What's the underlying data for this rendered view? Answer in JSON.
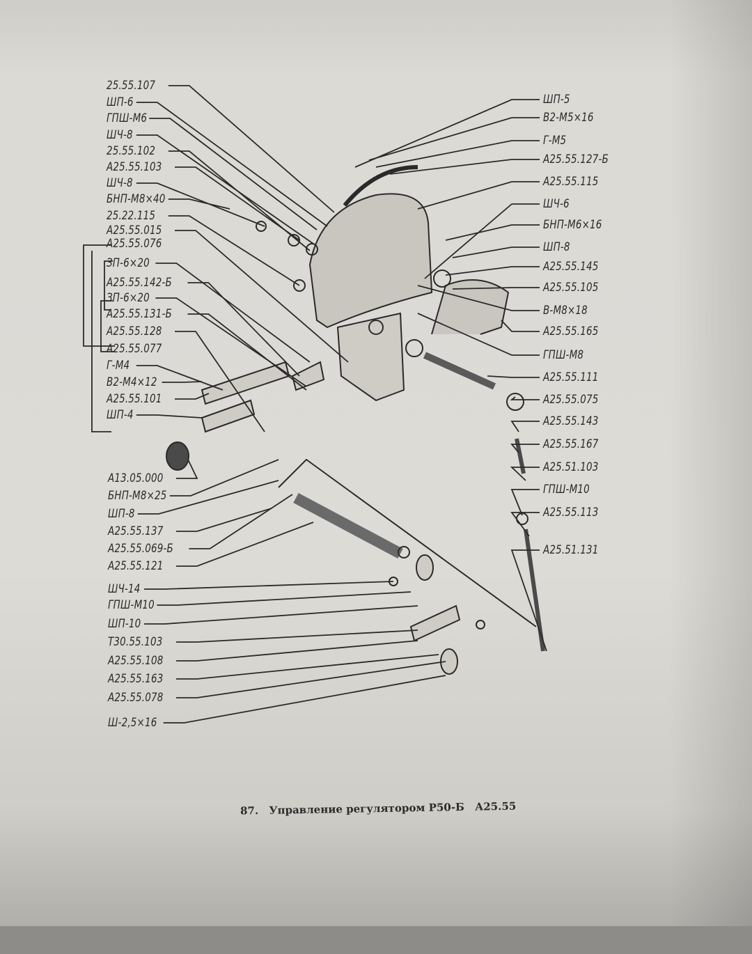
{
  "left_labels_top": [
    "25.55.107",
    "ШП-6",
    "ГПШ-М6",
    "ШЧ-8",
    "25.55.102",
    "А25.55.103",
    "ШЧ-8",
    "БНП-М8×40",
    "25.22.115",
    "А25.55.015",
    "А25.55.076",
    "ЗП-6×20",
    "А25.55.142-Б",
    "ЗП-6×20",
    "А25.55.131-Б",
    "А25.55.128",
    "А25.55.077",
    "Г-М4",
    "В2-М4×12",
    "А25.55.101",
    "ШП-4"
  ],
  "left_labels_bottom": [
    "А13.05.000",
    "БНП-М8×25",
    "ШП-8",
    "А25.55.137",
    "А25.55.069-Б",
    "А25.55.121",
    "ШЧ-14",
    "ГПШ-М10",
    "ШП-10",
    "Т30.55.103",
    "А25.55.108",
    "А25.55.163",
    "А25.55.078",
    "Ш-2,5×16"
  ],
  "right_labels": [
    "ШП-5",
    "В2-М5×16",
    "Г-М5",
    "А25.55.127-Б",
    "А25.55.115",
    "ШЧ-6",
    "БНП-М6×16",
    "ШП-8",
    "А25.55.145",
    "А25.55.105",
    "В-М8×18",
    "А25.55.165",
    "ГПШ-М8",
    "А25.55.111",
    "А25.55.075",
    "А25.55.143",
    "А25.55.167",
    "А25.51.103",
    "ГПШ-М10",
    "А25.55.113",
    "А25.51.131"
  ],
  "caption": {
    "number": "87.",
    "title": "Управление регулятором Р50-Б",
    "code": "А25.55"
  }
}
